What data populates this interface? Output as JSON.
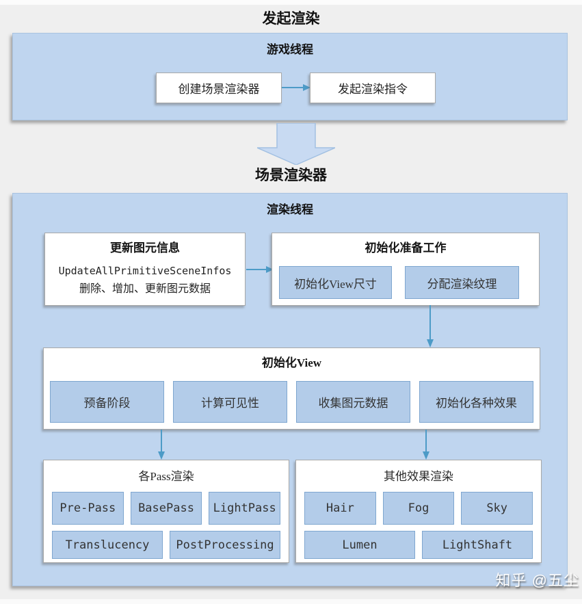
{
  "page": {
    "title_top": "发起渲染",
    "title_mid": "场景渲染器",
    "watermark": "知乎 @五尘"
  },
  "game_thread": {
    "title": "游戏线程",
    "steps": [
      "创建场景渲染器",
      "发起渲染指令"
    ]
  },
  "render_thread": {
    "title": "渲染线程",
    "update_primitives": {
      "title": "更新图元信息",
      "code": "UpdateAllPrimitiveSceneInfos",
      "desc": "删除、增加、更新图元数据"
    },
    "init_prep": {
      "title": "初始化准备工作",
      "items": [
        "初始化View尺寸",
        "分配渲染纹理"
      ]
    },
    "init_view": {
      "title": "初始化View",
      "items": [
        "预备阶段",
        "计算可见性",
        "收集图元数据",
        "初始化各种效果"
      ]
    },
    "pass_render": {
      "title": "各Pass渲染",
      "row1": [
        "Pre-Pass",
        "BasePass",
        "LightPass"
      ],
      "row2": [
        "Translucency",
        "PostProcessing"
      ]
    },
    "other_effects": {
      "title": "其他效果渲染",
      "row1": [
        "Hair",
        "Fog",
        "Sky"
      ],
      "row2": [
        "Lumen",
        "LightShaft"
      ]
    }
  },
  "colors": {
    "page_background": "#efefef",
    "panel_fill": "#bfd5ef",
    "panel_border": "#a9c3e0",
    "subbox_fill": "#b3cce9",
    "subbox_border": "#7ea6cf",
    "white_box_fill": "#ffffff",
    "white_box_border": "#a8a8a8",
    "connector_arrow": "#4d9bc7",
    "block_arrow_fill": "#c8daf2",
    "block_arrow_border": "#a2c0e2",
    "title_text": "#111111",
    "watermark_text": "#fdfdfd"
  }
}
